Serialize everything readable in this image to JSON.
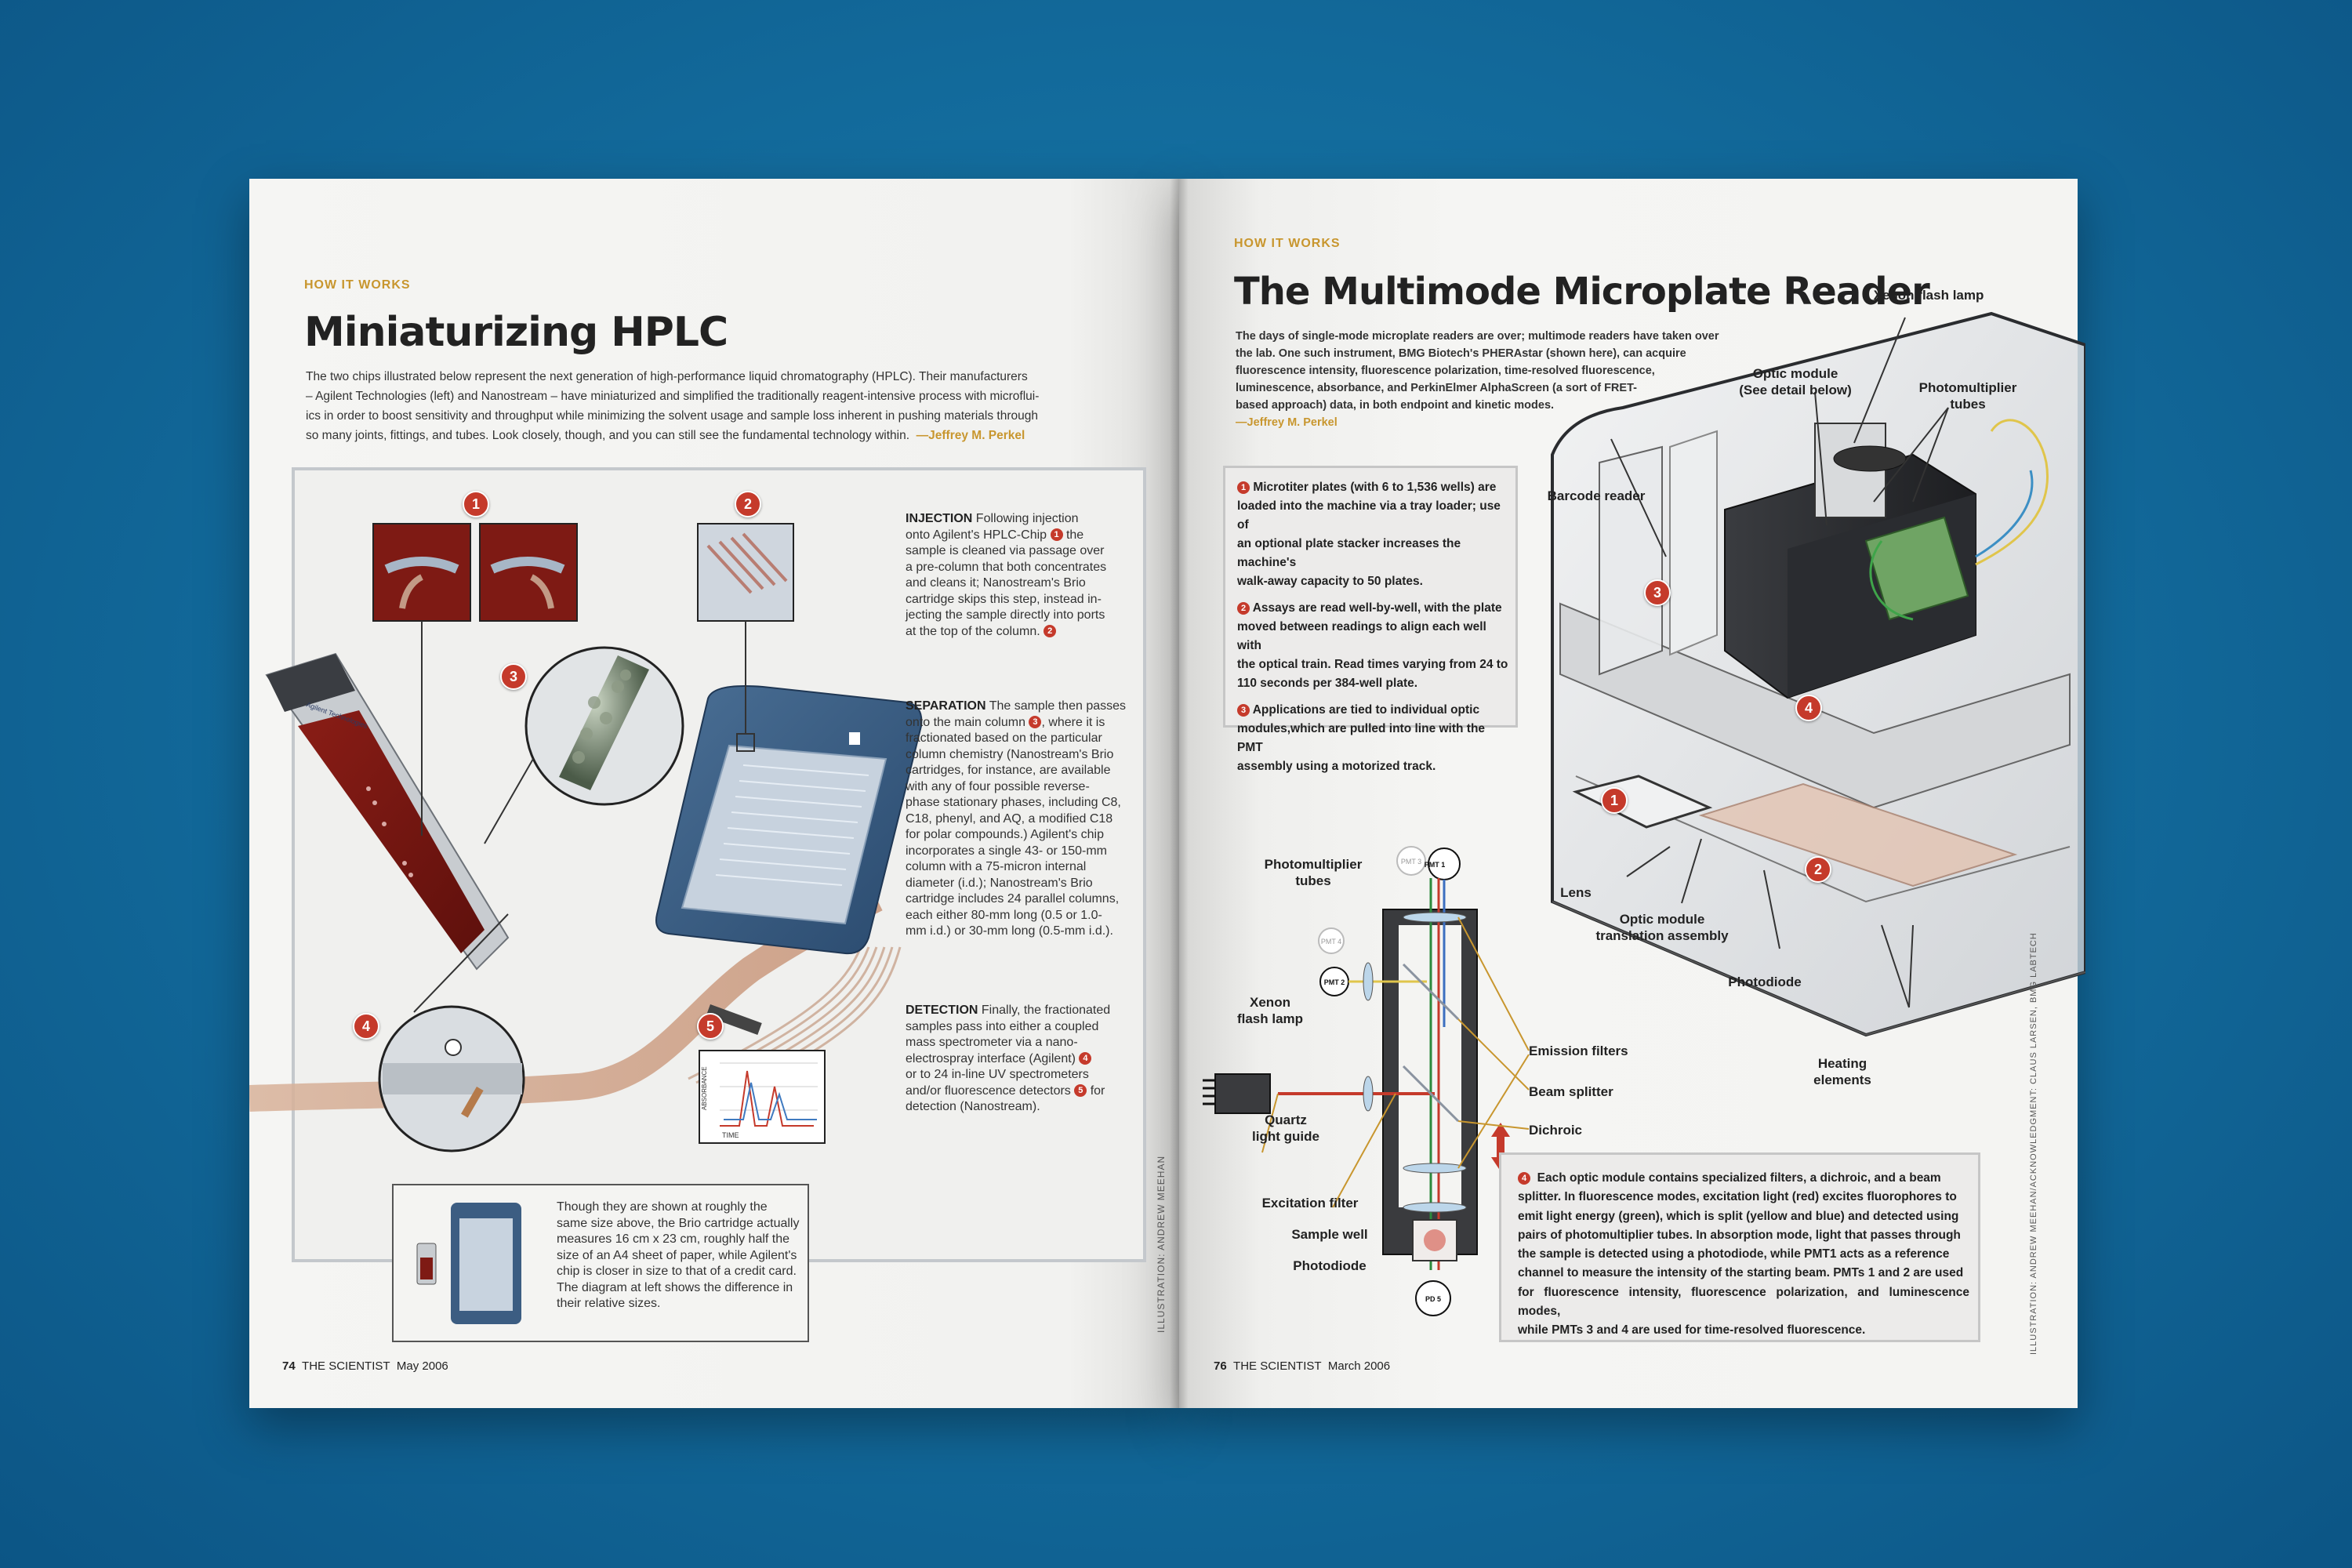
{
  "left_page": {
    "kicker": "HOW IT WORKS",
    "title": "Miniaturizing HPLC",
    "lede_lines": [
      "The two chips illustrated below represent the next generation of high-performance liquid chromatography (HPLC). Their manufacturers",
      "– Agilent Technologies (left) and Nanostream – have miniaturized and simplified the traditionally reagent-intensive process with microflui-",
      "ics in order to boost sensitivity and throughput while minimizing the solvent usage and sample loss inherent in pushing materials through",
      "so many joints, fittings, and tubes. Look closely, though, and you can still see the fundamental technology within."
    ],
    "byline": "—Jeffrey M. Perkel",
    "sections": {
      "injection": {
        "head": "INJECTION",
        "lines": [
          " Following injection",
          "onto Agilent's HPLC-Chip",
          "sample is cleaned via passage over",
          "a pre-column that both concentrates",
          "and cleans it; Nanostream's Brio",
          "cartridge skips this step, instead in-",
          "jecting the sample directly into ports",
          "at the top of the column."
        ],
        "n1": "1",
        "n2": "2",
        "the": " the"
      },
      "separation": {
        "head": "SEPARATION",
        "lines": [
          " The sample then passes",
          "onto the main column",
          ", where it is",
          "fractionated based on the particular",
          "column chemistry (Nanostream's Brio",
          "cartridges, for instance, are available",
          "with any of four possible reverse-",
          "phase stationary phases, including C8,",
          "C18, phenyl, and AQ, a modified C18",
          "for polar compounds.) Agilent's chip",
          "incorporates a single 43- or 150-mm",
          "column with a 75-micron internal",
          "diameter (i.d.); Nanostream's Brio",
          "cartridge includes 24 parallel columns,",
          "each either 80-mm long (0.5 or 1.0-",
          "mm i.d.) or 30-mm long (0.5-mm i.d.)."
        ],
        "n3": "3"
      },
      "detection": {
        "head": "DETECTION",
        "lines": [
          " Finally, the fractionated",
          "samples pass into either a coupled",
          "mass spectrometer via a nano-",
          "electrospray interface (Agilent)",
          "or to 24 in-line UV spectrometers",
          "and/or fluorescence detectors",
          "for",
          "detection (Nanostream)."
        ],
        "n4": "4",
        "n5": "5"
      }
    },
    "note": [
      "Though they are shown at roughly the",
      "same size above, the Brio cartridge actually",
      "measures 16 cm x 23 cm, roughly half the",
      "size of an A4 sheet of paper, while Agilent's",
      "chip is closer in size to that of a credit card.",
      "The diagram at left shows the difference in",
      "their relative sizes."
    ],
    "badges": [
      "1",
      "2",
      "3",
      "4",
      "5"
    ],
    "chip_brand": "Agilent Technologies",
    "graph_labels": {
      "y": "ABSORBANCE",
      "x": "TIME"
    },
    "folio_num": "74",
    "folio_mag": "THE SCIENTIST",
    "folio_date": "May 2006",
    "credit": "ILLUSTRATION: ANDREW MEEHAN"
  },
  "right_page": {
    "kicker": "HOW IT WORKS",
    "title": "The Multimode Microplate Reader",
    "lede_lines": [
      "The days of single-mode microplate readers are over; multimode readers have taken over",
      "the lab. One such instrument, BMG Biotech's PHERAstar (shown here), can acquire",
      "fluorescence intensity, fluorescence polarization, time-resolved fluorescence,",
      "luminescence, absorbance, and PerkinElmer AlphaScreen (a sort of FRET-",
      "based approach) data, in both endpoint and kinetic modes."
    ],
    "byline": "—Jeffrey M. Perkel",
    "callout_items": [
      {
        "n": "1",
        "lines": [
          "Microtiter plates (with 6 to 1,536 wells) are",
          "loaded into the machine via a tray loader; use of",
          "an optional plate stacker increases the machine's",
          "walk-away capacity to 50 plates."
        ]
      },
      {
        "n": "2",
        "lines": [
          "Assays are read well-by-well, with the plate",
          "moved between readings to align each well with",
          "the optical train. Read times varying from 24 to",
          "110 seconds per 384-well plate."
        ]
      },
      {
        "n": "3",
        "lines": [
          "Applications are tied to individual optic",
          "modules,which are pulled into line with the PMT",
          "assembly using a motorized track."
        ]
      }
    ],
    "device_labels": {
      "xenon": "Xenon flash lamp",
      "optic_module": [
        "Optic module",
        "(See detail below)"
      ],
      "pmt": [
        "Photomultiplier",
        "tubes"
      ],
      "barcode": "Barcode reader",
      "lens": "Lens",
      "translation": [
        "Optic module",
        "translation assembly"
      ],
      "photodiode": "Photodiode",
      "heating": [
        "Heating",
        "elements"
      ]
    },
    "device_badges": [
      "1",
      "2",
      "3",
      "4"
    ],
    "optics_labels": {
      "pmt": [
        "Photomultiplier",
        "tubes"
      ],
      "xenon": [
        "Xenon",
        "flash lamp"
      ],
      "quartz": [
        "Quartz",
        "light guide"
      ],
      "excitation": "Excitation filter",
      "sample": "Sample well",
      "photodiode": "Photodiode",
      "emission": "Emission filters",
      "beam": "Beam splitter",
      "dichroic": "Dichroic",
      "pmt1": "PMT 1",
      "pmt2": "PMT 2",
      "pmt3": "PMT 3",
      "pmt4": "PMT 4",
      "pd5": "PD 5"
    },
    "detail": {
      "n": "4",
      "lines": [
        "Each optic module contains specialized filters, a dichroic, and a beam",
        "splitter. In fluorescence modes, excitation light (red) excites fluorophores to",
        "emit light energy (green), which is split (yellow and blue) and detected using",
        "pairs of photomultiplier tubes. In absorption mode, light that passes through",
        "the sample is detected using a photodiode, while PMT1 acts as a reference",
        "channel to measure the intensity of the starting beam. PMTs 1 and 2 are used",
        "for fluorescence intensity, fluorescence polarization, and luminescence modes,",
        "while PMTs 3 and 4 are used for time-resolved fluorescence."
      ]
    },
    "folio_num": "76",
    "folio_mag": "THE SCIENTIST",
    "folio_date": "March 2006",
    "credit": "ILLUSTRATION: ANDREW MEEHAN/ACKNOWLEDGMENT: CLAUS LARSEN, BMG LABTECH"
  }
}
